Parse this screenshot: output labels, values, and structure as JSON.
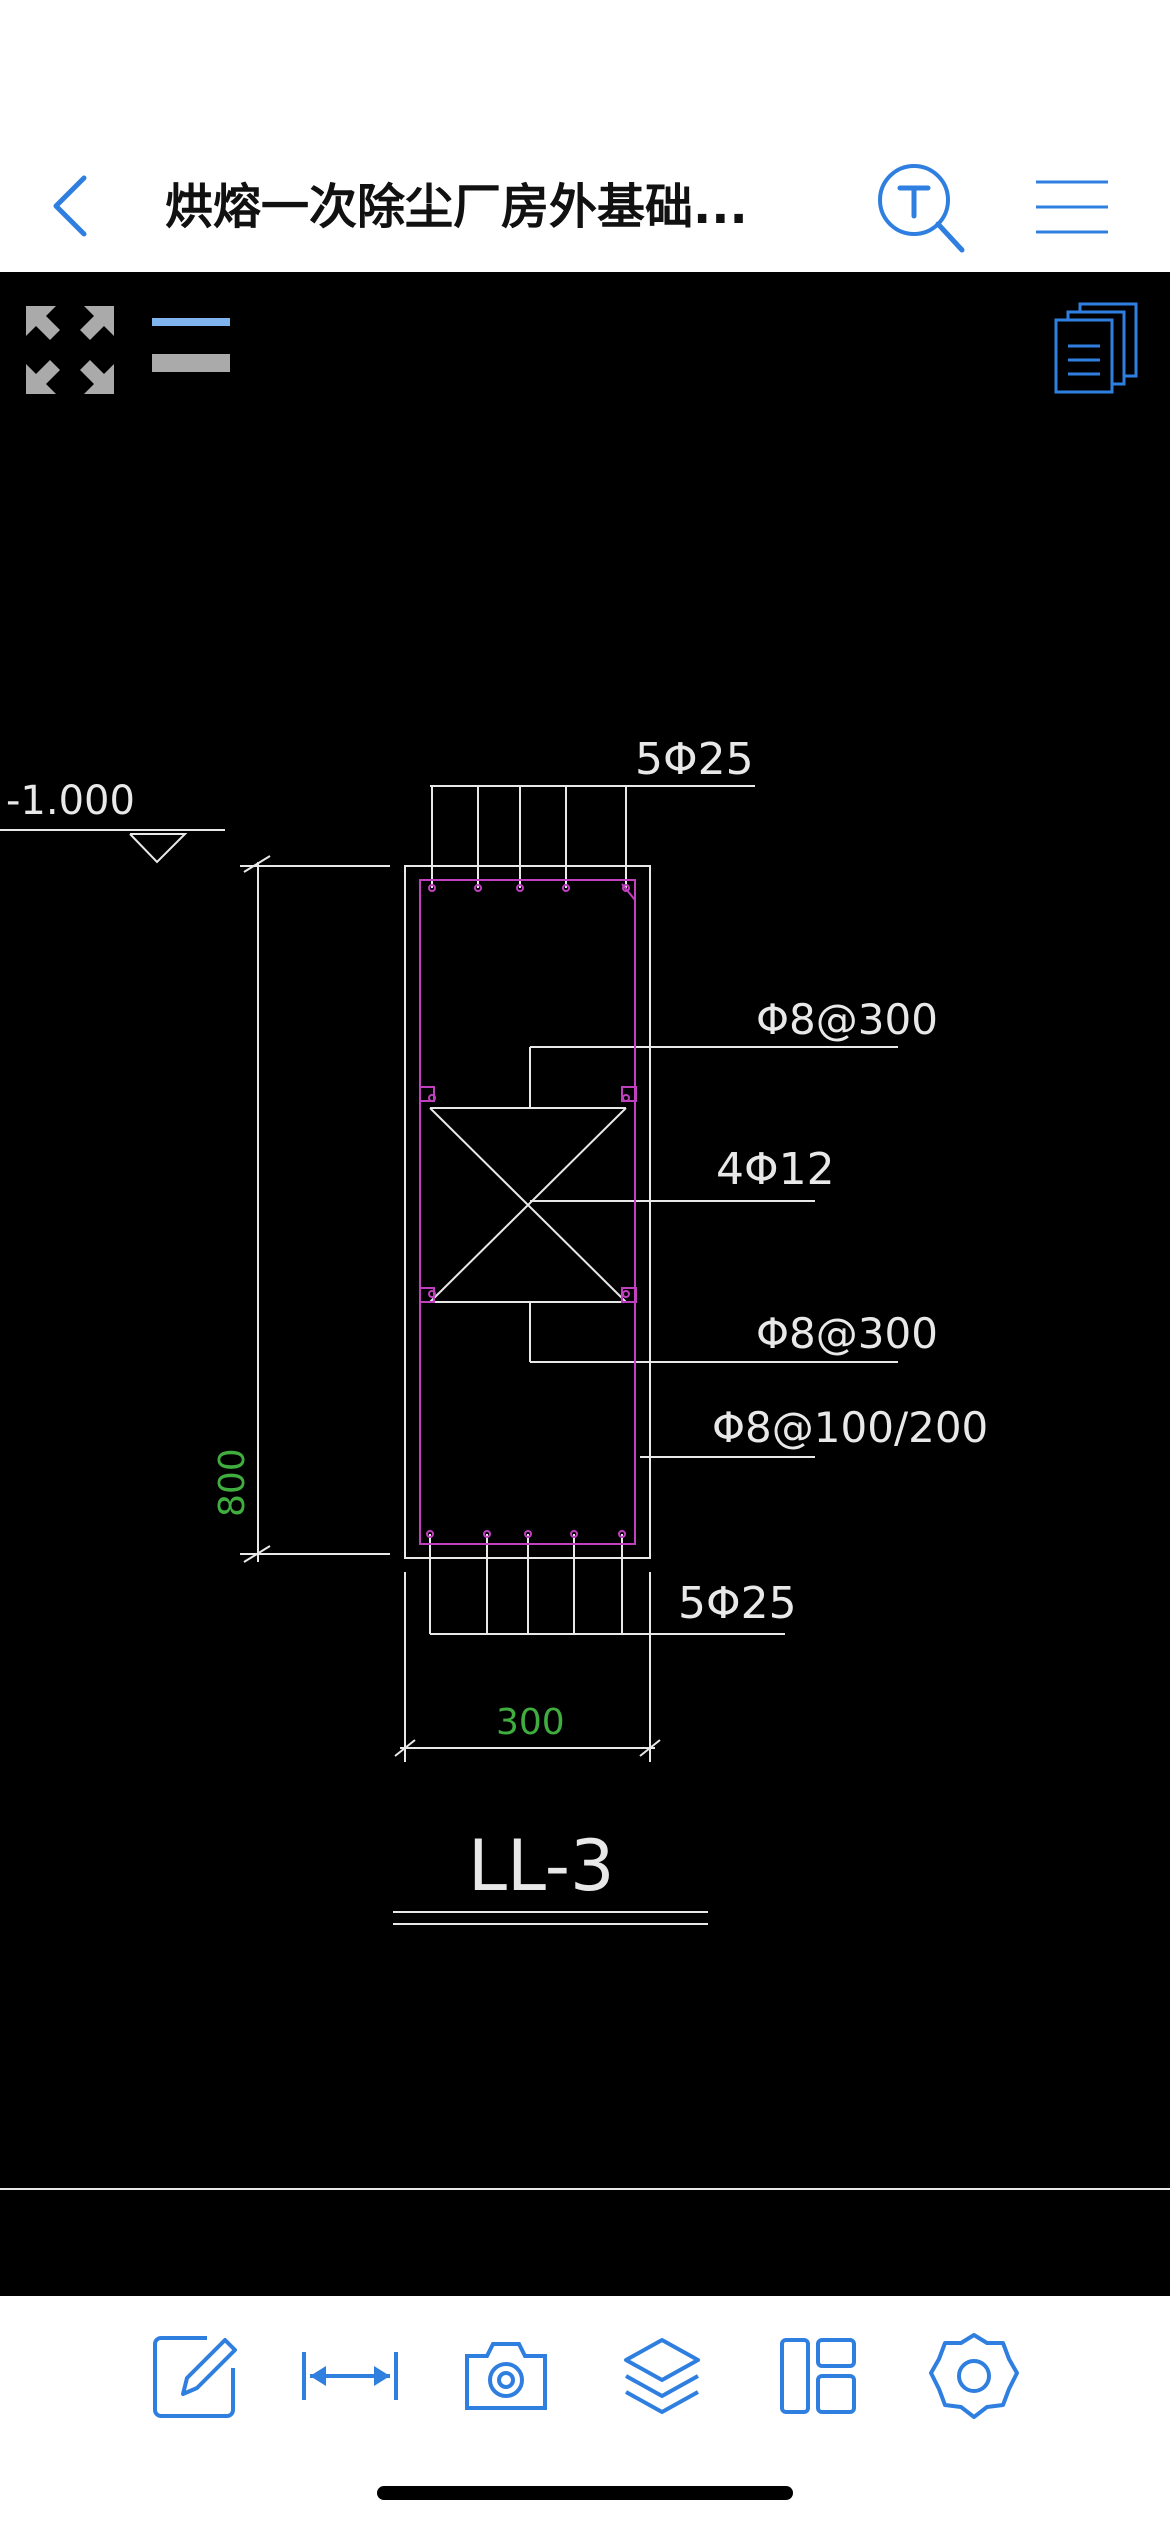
{
  "header": {
    "title": "烘熔一次除尘厂房外基础...",
    "back_icon": "chevron-left-icon",
    "text_search_icon": "text-search-icon",
    "menu_icon": "menu-icon"
  },
  "canvas_tools": {
    "fullscreen_icon": "fullscreen-arrows-icon",
    "lines_icon": "lineweight-icon",
    "pages_icon": "pages-icon"
  },
  "drawing": {
    "elevation": "-1.000",
    "top_rebar": "5Φ25",
    "stirrup_top": "Φ8@300",
    "middle_rebar": "4Φ12",
    "stirrup_bottom": "Φ8@300",
    "main_stirrup": "Φ8@100/200",
    "bottom_rebar": "5Φ25",
    "height_dim": "800",
    "width_dim": "300",
    "section_label": "LL-3"
  },
  "toolbar": {
    "items": [
      {
        "icon": "edit-icon"
      },
      {
        "icon": "measure-icon"
      },
      {
        "icon": "camera-icon"
      },
      {
        "icon": "layers-icon"
      },
      {
        "icon": "layout-icon"
      },
      {
        "icon": "settings-icon"
      }
    ]
  },
  "colors": {
    "accent": "#2f7fe0",
    "cad_white": "#e8e8e8",
    "cad_magenta": "#c040c0",
    "cad_green": "#3fae3f"
  }
}
